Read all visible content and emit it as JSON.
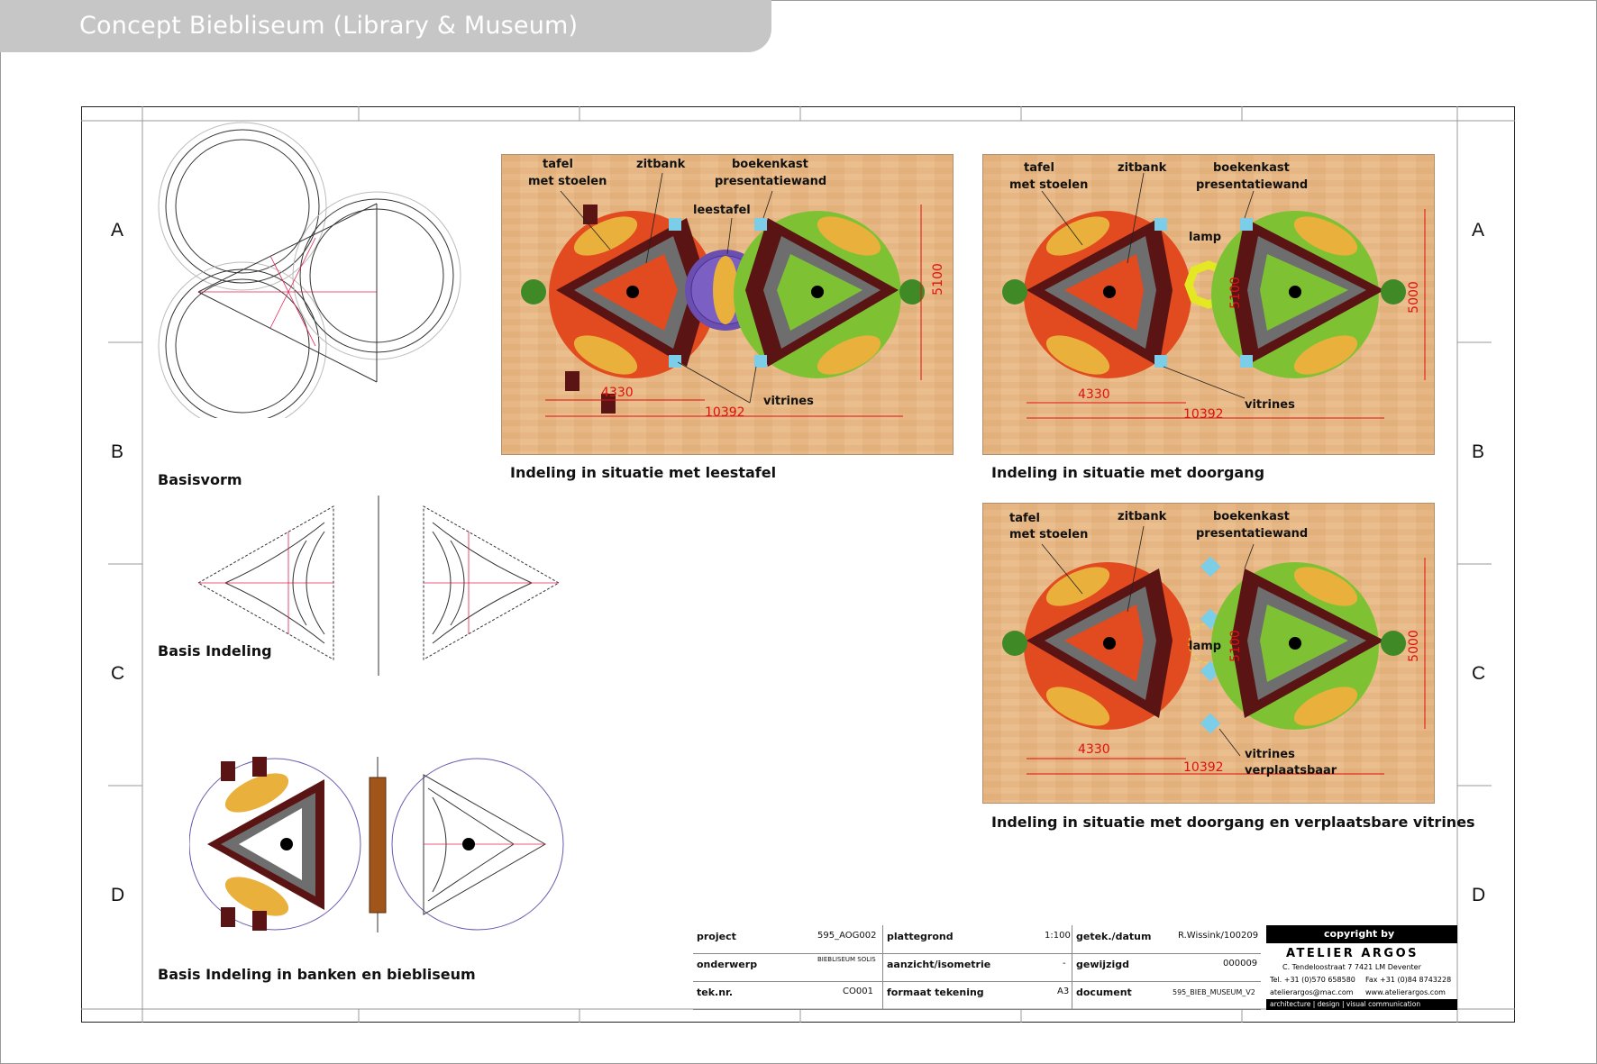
{
  "header": {
    "title": "Concept Biebliseum (Library & Museum)"
  },
  "rows": [
    "A",
    "B",
    "C",
    "D"
  ],
  "captions": {
    "basisvorm": "Basisvorm",
    "basis_indeling": "Basis Indeling",
    "basis_banken": "Basis Indeling in banken en biebliseum",
    "plan1": "Indeling in situatie met leestafel",
    "plan2": "Indeling in situatie met doorgang",
    "plan3": "Indeling in situatie met doorgang en verplaatsbare vitrines"
  },
  "plan_labels": {
    "tafel": "tafel",
    "met_stoelen": "met stoelen",
    "zitbank": "zitbank",
    "boekenkast": "boekenkast",
    "presentatiewand": "presentatiewand",
    "leestafel": "leestafel",
    "lamp": "lamp",
    "vitrines": "vitrines",
    "verplaatsbaar": "verplaatsbaar"
  },
  "dimensions": {
    "d4330": "4330",
    "d10392": "10392",
    "d5100": "5100",
    "d5000": "5000"
  },
  "title_block": {
    "project_label": "project",
    "project_value": "595_AOG002",
    "onderwerp_label": "onderwerp",
    "onderwerp_value": "BIEBLISEUM SOLIS",
    "teknr_label": "tek.nr.",
    "teknr_value": "CO001",
    "plattegrond_label": "plattegrond",
    "plattegrond_value": "1:100",
    "aanzicht_label": "aanzicht/isometrie",
    "aanzicht_value": "-",
    "formaat_label": "formaat tekening",
    "formaat_value": "A3",
    "getek_label": "getek./datum",
    "getek_value": "R.Wissink/100209",
    "gewijzigd_label": "gewijzigd",
    "gewijzigd_value": "000009",
    "document_label": "document",
    "document_value": "595_BIEB_MUSEUM_V2"
  },
  "company": {
    "copyright": "copyright by",
    "name": "ATELIER ARGOS",
    "address": "C. Tendeloostraat 7  7421 LM  Deventer",
    "tel": "Tel. +31 (0)570 658580",
    "fax": "Fax +31 (0)84 8743228",
    "email": "atelierargos@mac.com",
    "web": "www.atelierargos.com",
    "tagline": "architecture | design | visual communication"
  },
  "colors": {
    "floor": "#e6b784",
    "red_module": "#e24a1f",
    "green_module": "#7ec234",
    "bench": "#6e6e6e",
    "shelf": "#5a1414",
    "table": "#e9b03c",
    "purple": "#6a4fb0",
    "lamp": "#e3e822",
    "vitrine": "#7ccde8",
    "dimension": "#e01010",
    "plant": "#3f8a26"
  }
}
